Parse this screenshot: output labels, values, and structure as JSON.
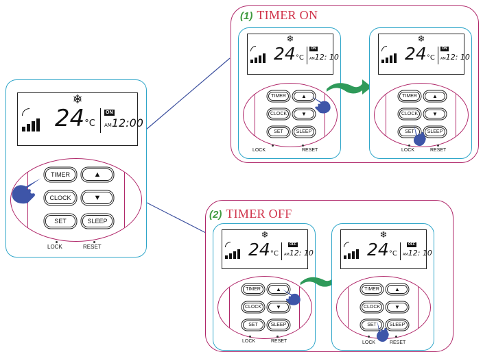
{
  "colors": {
    "frame": "#b0286a",
    "remote_border": "#2fa6c9",
    "section_number": "#3f9a3f",
    "section_text": "#d0334a",
    "hand": "#3e55a8",
    "arrow": "#2f9a5a"
  },
  "icons": {
    "snowflake": "snowflake-icon",
    "pointer": "pointing-hand-icon",
    "arrow": "curved-right-arrow-icon"
  },
  "main_remote": {
    "snow": "❄",
    "temperature": "24",
    "unit": "°C",
    "status_badge": "ON",
    "am": "AM",
    "time": "12:00",
    "buttons": {
      "timer": "TIMER",
      "up": "▲",
      "clock": "CLOCK",
      "down": "▼",
      "set": "SET",
      "sleep": "SLEEP"
    },
    "lock": "LOCK",
    "reset": "RESET"
  },
  "timer_on": {
    "number": "(1)",
    "title": "TIMER ON",
    "remotes": [
      {
        "snow": "❄",
        "temperature": "24",
        "unit": "°C",
        "status_badge": "ON",
        "am": "AM",
        "time": "12: 10",
        "buttons": {
          "timer": "TIMER",
          "up": "▲",
          "clock": "CLOCK",
          "down": "▼",
          "set": "SET",
          "sleep": "SLEEP"
        },
        "lock": "LOCK",
        "reset": "RESET"
      },
      {
        "snow": "❄",
        "temperature": "24",
        "unit": "°C",
        "status_badge": "ON",
        "am": "AM",
        "time": "12: 10",
        "buttons": {
          "timer": "TIMER",
          "up": "▲",
          "clock": "CLOCK",
          "down": "▼",
          "set": "SET",
          "sleep": "SLEEP"
        },
        "lock": "LOCK",
        "reset": "RESET"
      }
    ]
  },
  "timer_off": {
    "number": "(2)",
    "title": "TIMER OFF",
    "remotes": [
      {
        "snow": "❄",
        "temperature": "24",
        "unit": "°C",
        "status_badge": "OFF",
        "am": "AM",
        "time": "12: 10",
        "buttons": {
          "timer": "TIMER",
          "up": "▲",
          "clock": "CLOCK",
          "down": "▼",
          "set": "SET",
          "sleep": "SLEEP"
        },
        "lock": "LOCK",
        "reset": "RESET"
      },
      {
        "snow": "❄",
        "temperature": "24",
        "unit": "°C",
        "status_badge": "OFF",
        "am": "AM",
        "time": "12: 10",
        "buttons": {
          "timer": "TIMER",
          "up": "▲",
          "clock": "CLOCK",
          "down": "▼",
          "set": "SET",
          "sleep": "SLEEP"
        },
        "lock": "LOCK",
        "reset": "RESET"
      }
    ]
  }
}
